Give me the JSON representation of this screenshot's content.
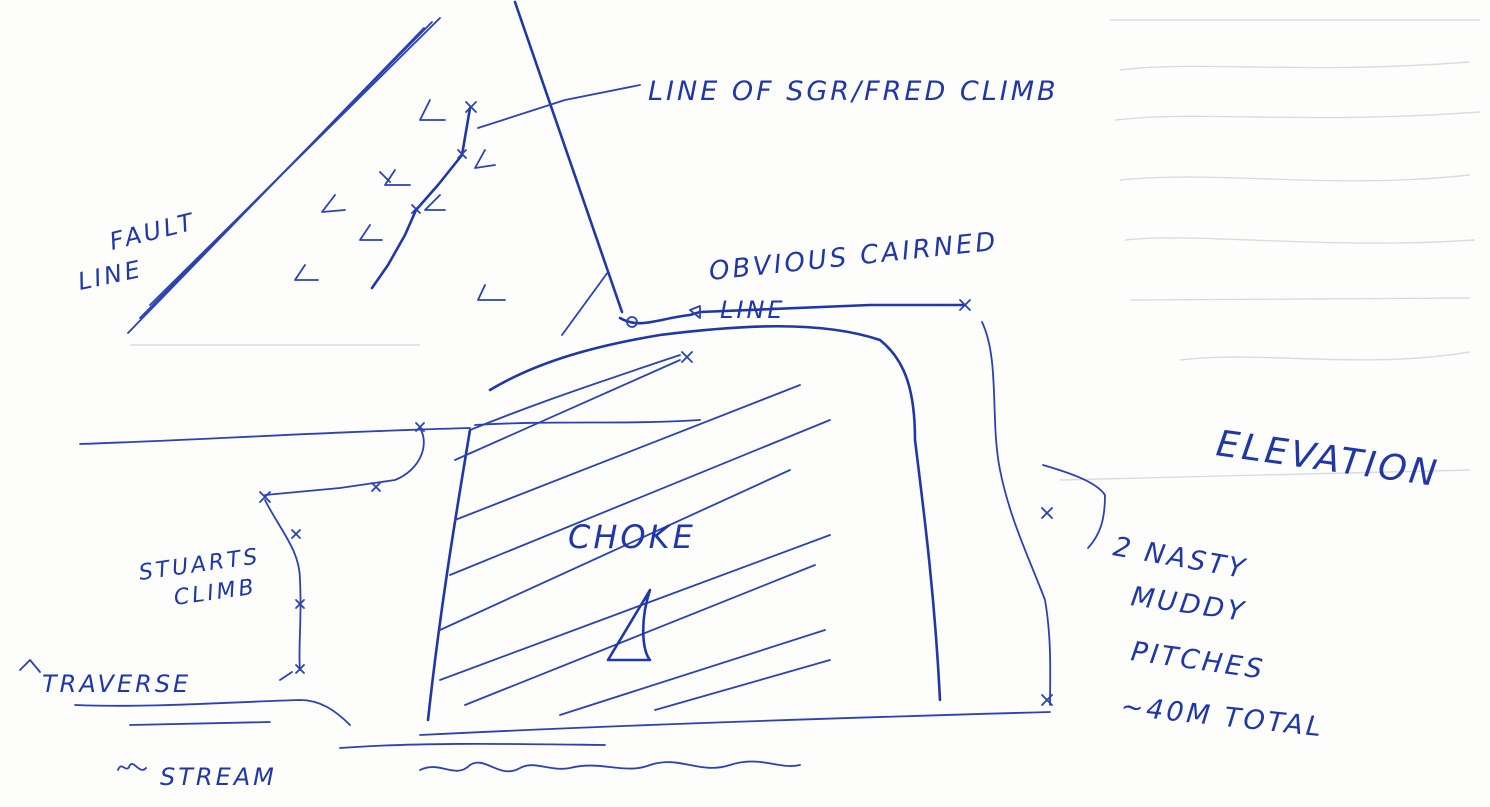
{
  "sketch": {
    "ink_color": "#1f37a8",
    "labels": {
      "line_of_climb": "LINE OF SGR/FRED CLIMB",
      "fault_line_1": "FAULT",
      "fault_line_2": "LINE",
      "obvious_cairned_1": "OBVIOUS CAIRNED",
      "obvious_cairned_2": "LINE",
      "elevation": "ELEVATION",
      "choke": "CHOKE",
      "stuarts_climb_1": "STUARTS",
      "stuarts_climb_2": "CLIMB",
      "traverse": "TRAVERSE",
      "stream": "STREAM",
      "nasty_1": "2 NASTY",
      "nasty_2": "MUDDY",
      "nasty_3": "PITCHES",
      "nasty_4": "~40M TOTAL"
    }
  }
}
